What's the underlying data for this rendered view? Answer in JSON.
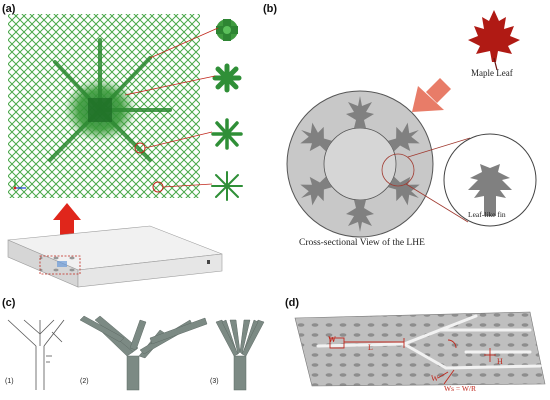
{
  "panels": {
    "a": {
      "label": "(a)",
      "lattice_color": "#3f9b3f",
      "arrow_color": "#e0261b"
    },
    "b": {
      "label": "(b)",
      "maple_leaf_label": "Maple Leaf",
      "leaf_fin_label": "Leaf-like fin",
      "caption": "Cross-sectional View of the LHE",
      "annulus_color": "#c8c8c8",
      "fin_color": "#808080",
      "arrow_color": "#e87c68",
      "leaf_color": "#b01a14"
    },
    "c": {
      "label": "(c)",
      "sublabels": [
        "(1)",
        "(2)",
        "(3)"
      ]
    },
    "d": {
      "label": "(d)",
      "labels": {
        "w_left": "W",
        "l": "L",
        "h": "H",
        "w_bottom": "W",
        "ws": "Ws = W/R"
      },
      "plate_color": "#bfbfbf",
      "annotation_color": "#c0271c"
    }
  }
}
